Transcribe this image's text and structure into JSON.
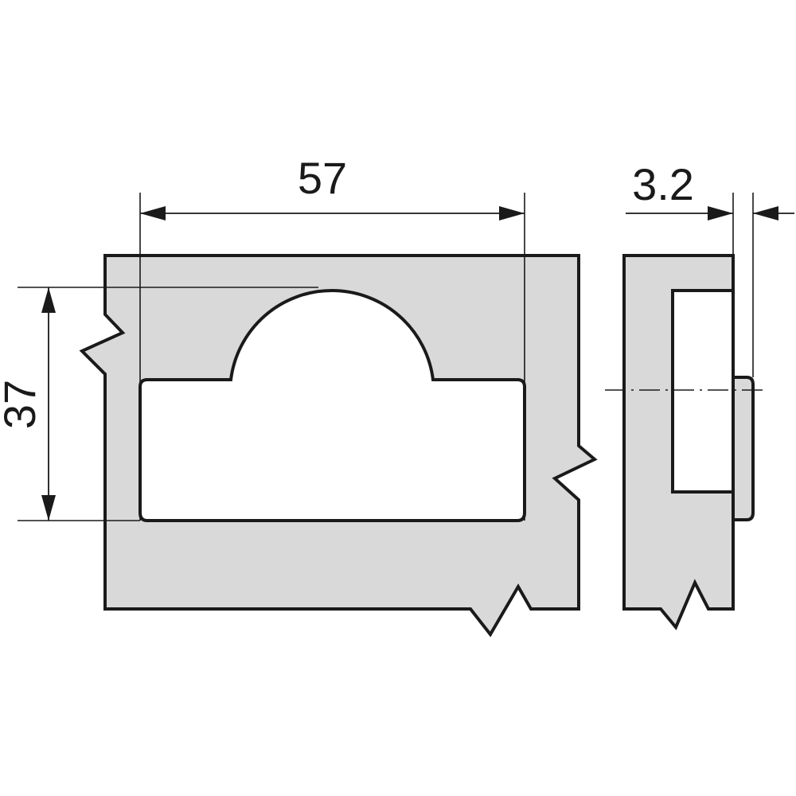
{
  "drawing": {
    "dimensions": {
      "width_label": "57",
      "height_label": "37",
      "depth_label": "3.2"
    },
    "colors": {
      "part_fill": "#d9d9da",
      "line": "#1a1a1a",
      "background": "#ffffff"
    }
  }
}
